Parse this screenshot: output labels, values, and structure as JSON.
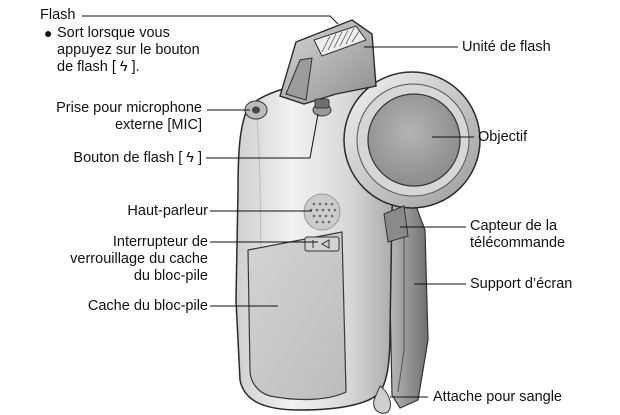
{
  "labels": {
    "flash": "Flash",
    "flash_note": {
      "bullet": "●",
      "lines": [
        "Sort lorsque vous",
        "appuyez sur le bouton",
        "de flash [  ϟ  ]."
      ]
    },
    "mic": [
      "Prise pour microphone",
      "externe [MIC]"
    ],
    "flash_button": "Bouton de flash [  ϟ  ]",
    "speaker": "Haut-parleur",
    "lock": [
      "Interrupteur de",
      "verrouillage du cache",
      "du bloc-pile"
    ],
    "battery_cover": "Cache du bloc-pile",
    "flash_unit": "Unité de flash",
    "lens": "Objectif",
    "remote_sensor": [
      "Capteur de la",
      "télécommande"
    ],
    "screen_support": "Support d’écran",
    "strap": "Attache pour sangle"
  },
  "colors": {
    "ink": "#111111",
    "body_light": "#e6e6e6",
    "body_mid": "#b9b9b9",
    "body_dark": "#7a7a7a",
    "lens_gray": "#9a9a9a"
  }
}
